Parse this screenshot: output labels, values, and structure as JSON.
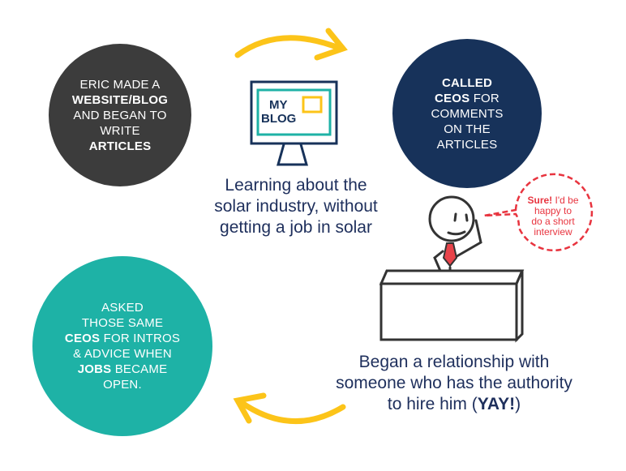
{
  "colors": {
    "dark": "#3c3c3c",
    "navy": "#17325a",
    "teal": "#1eb2a6",
    "yellow": "#fcc419",
    "text": "#1e2f5c",
    "red": "#e8343f"
  },
  "circle1": {
    "l1": "ERIC MADE A",
    "l2": "WEBSITE/BLOG",
    "l3": "AND BEGAN TO",
    "l4": "WRITE",
    "l5": "ARTICLES"
  },
  "circle2": {
    "l1b": "CALLED",
    "l2b": "CEOS",
    "l2": " FOR",
    "l3": "COMMENTS",
    "l4": "ON THE",
    "l5": "ARTICLES"
  },
  "circle3": {
    "l1": "ASKED",
    "l2": "THOSE SAME",
    "l3b": "CEOS",
    "l3": " FOR INTROS",
    "l4": "& ADVICE WHEN",
    "l5b": "JOBS",
    "l5": " BECAME",
    "l6": "OPEN."
  },
  "monitor": {
    "l1": "MY",
    "l2": "BLOG"
  },
  "caption1": {
    "l1": "Learning about the",
    "l2": "solar industry, without",
    "l3": "getting a job in solar"
  },
  "caption2": {
    "l1": "Began a relationship with",
    "l2": "someone who has the authority",
    "l3": "to hire  him (",
    "l3b": "YAY!",
    "l3e": ")"
  },
  "bubble": {
    "b": "Sure!",
    "l1": " I'd be",
    "l2": "happy to",
    "l3": "do a short",
    "l4": "interview"
  }
}
